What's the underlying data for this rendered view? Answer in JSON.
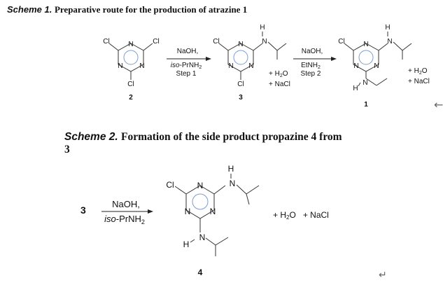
{
  "scheme1": {
    "caption_lead": "Scheme 1.",
    "caption_rest": "Preparative route for the production of atrazine 1",
    "compound_2": "2",
    "compound_3": "3",
    "compound_1": "1",
    "step1": {
      "reagent": "NaOH,",
      "reagent2_pre": "iso",
      "reagent2_post": "-PrNH",
      "reagent2_sub": "2",
      "label": "Step 1"
    },
    "step2": {
      "reagent": "NaOH,",
      "reagent2_pre": "EtNH",
      "reagent2_sub": "2",
      "label": "Step 2"
    },
    "byproducts_a": {
      "water_pre": "+ H",
      "water_sub": "2",
      "water_post": "O",
      "salt": "+ NaCl"
    },
    "byproducts_b": {
      "water_pre": "+ H",
      "water_sub": "2",
      "water_post": "O",
      "salt": "+ NaCl"
    }
  },
  "scheme2": {
    "caption_lead": "Scheme 2.",
    "caption_rest": "Formation of the side product propazine 4 from",
    "caption_line2": "3",
    "reactant": "3",
    "reagent": "NaOH,",
    "reagent2_pre": "iso",
    "reagent2_post": "-PrNH",
    "reagent2_sub": "2",
    "products": {
      "water_pre": "+ H",
      "water_sub": "2",
      "water_post": "O",
      "salt": "+ NaCl"
    },
    "compound_4": "4"
  },
  "atoms": {
    "Cl": "Cl",
    "N": "N",
    "H": "H"
  },
  "return_glyph": "↵",
  "back_glyph": "←"
}
